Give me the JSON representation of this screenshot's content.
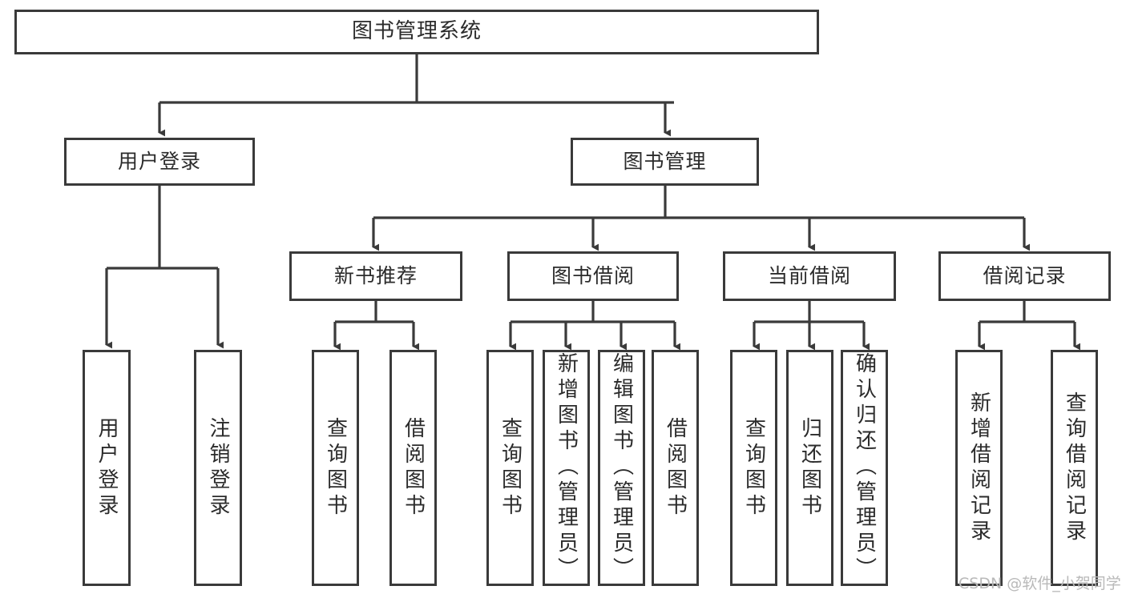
{
  "diagram": {
    "type": "tree-hierarchy",
    "title": "图书管理系统",
    "watermark": "CSDN @软件_小贺同学",
    "colors": {
      "border": "#3a3a3a",
      "background": "#ffffff",
      "text": "#2b2b2b",
      "watermark": "#b9b9b9"
    },
    "root": {
      "label": "图书管理系统"
    },
    "level2": [
      {
        "id": "user-login",
        "label": "用户登录"
      },
      {
        "id": "book-management",
        "label": "图书管理"
      }
    ],
    "level3": [
      {
        "id": "new-book-recommend",
        "label": "新书推荐"
      },
      {
        "id": "book-borrow",
        "label": "图书借阅"
      },
      {
        "id": "current-borrow",
        "label": "当前借阅"
      },
      {
        "id": "borrow-record",
        "label": "借阅记录"
      }
    ],
    "leaves": {
      "user_login": [
        {
          "id": "user-login-leaf",
          "label": "用户登录"
        },
        {
          "id": "logout-leaf",
          "label": "注销登录"
        }
      ],
      "new_book_recommend": [
        {
          "id": "query-book-1",
          "label": "查询图书"
        },
        {
          "id": "borrow-book-1",
          "label": "借阅图书"
        }
      ],
      "book_borrow": [
        {
          "id": "query-book-2",
          "label": "查询图书"
        },
        {
          "id": "add-book",
          "label": "新增图书（管理员）"
        },
        {
          "id": "edit-book",
          "label": "编辑图书（管理员）"
        },
        {
          "id": "borrow-book-2",
          "label": "借阅图书"
        }
      ],
      "current_borrow": [
        {
          "id": "query-book-3",
          "label": "查询图书"
        },
        {
          "id": "return-book",
          "label": "归还图书"
        },
        {
          "id": "confirm-return",
          "label": "确认归还（管理员）"
        }
      ],
      "borrow_record": [
        {
          "id": "add-borrow-record",
          "label": "新增借阅记录"
        },
        {
          "id": "query-borrow-record",
          "label": "查询借阅记录"
        }
      ]
    }
  }
}
